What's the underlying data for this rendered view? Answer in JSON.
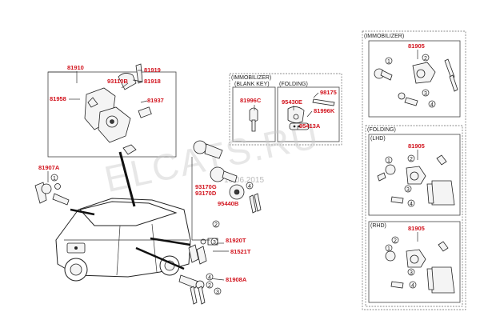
{
  "labels": {
    "p81910": "81910",
    "p81919": "81919",
    "p93110B": "93110B",
    "p81918": "81918",
    "p81958": "81958",
    "p81937": "81937",
    "p81907A": "81907A",
    "p81996C": "81996C",
    "p95430E": "95430E",
    "p98175": "98175",
    "p81996K": "81996K",
    "p95413A": "95413A",
    "p93170G": "93170G",
    "p93170D": "93170D",
    "p95440B": "95440B",
    "p81920T": "81920T",
    "p81521T": "81521T",
    "p81908A": "81908A",
    "p81905a": "81905",
    "p81905b": "81905",
    "p81905c": "81905"
  },
  "group_labels": {
    "immobilizer_mid": "(IMMOBILIZER)",
    "blank_key": "(BLANK KEY)",
    "folding_mid": "(FOLDING)",
    "immobilizer_right": "(IMMOBILIZER)",
    "folding_right": "(FOLDING)",
    "lhd": "(LHD)",
    "rhd": "(RHD)"
  },
  "callouts": [
    "1",
    "2",
    "3",
    "4",
    "2",
    "3",
    "4",
    "1",
    "2",
    "3",
    "4",
    "1",
    "2",
    "3",
    "4",
    "1",
    "2",
    "3",
    "4"
  ],
  "watermark": "ELCATS.RU",
  "watermark_date": "16.06.2015",
  "colors": {
    "part_number": "#d2141e",
    "ink": "#222222"
  }
}
